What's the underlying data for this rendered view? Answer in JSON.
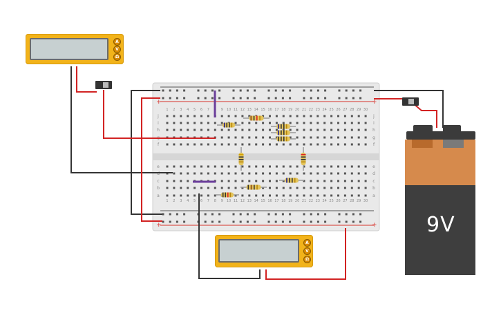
{
  "battery": {
    "label": "9V"
  },
  "multimeter_top": {
    "reading": "",
    "modes": [
      "A",
      "V",
      "Ω"
    ]
  },
  "multimeter_bottom": {
    "reading": "",
    "modes": [
      "A",
      "V",
      "Ω"
    ]
  },
  "breadboard": {
    "column_numbers": [
      "1",
      "2",
      "3",
      "4",
      "5",
      "6",
      "7",
      "8",
      "9",
      "10",
      "11",
      "12",
      "13",
      "14",
      "15",
      "16",
      "17",
      "18",
      "19",
      "20",
      "21",
      "22",
      "23",
      "24",
      "25",
      "26",
      "27",
      "28",
      "29",
      "30"
    ],
    "row_letters_top": [
      "j",
      "i",
      "h",
      "g",
      "f"
    ],
    "row_letters_bottom": [
      "e",
      "d",
      "c",
      "b",
      "a"
    ],
    "rail_plus": "+",
    "rail_minus": "−"
  },
  "colors": {
    "breadboard": "#e9e9e9",
    "rail_red": "#d8322c",
    "rail_black": "#333333",
    "wire_red": "#d22222",
    "wire_black": "#333333",
    "wire_purple": "#6a3d9a",
    "meter_body": "#f2b31a",
    "battery_top": "#d68a4c",
    "battery_bottom": "#3e3e3e"
  }
}
